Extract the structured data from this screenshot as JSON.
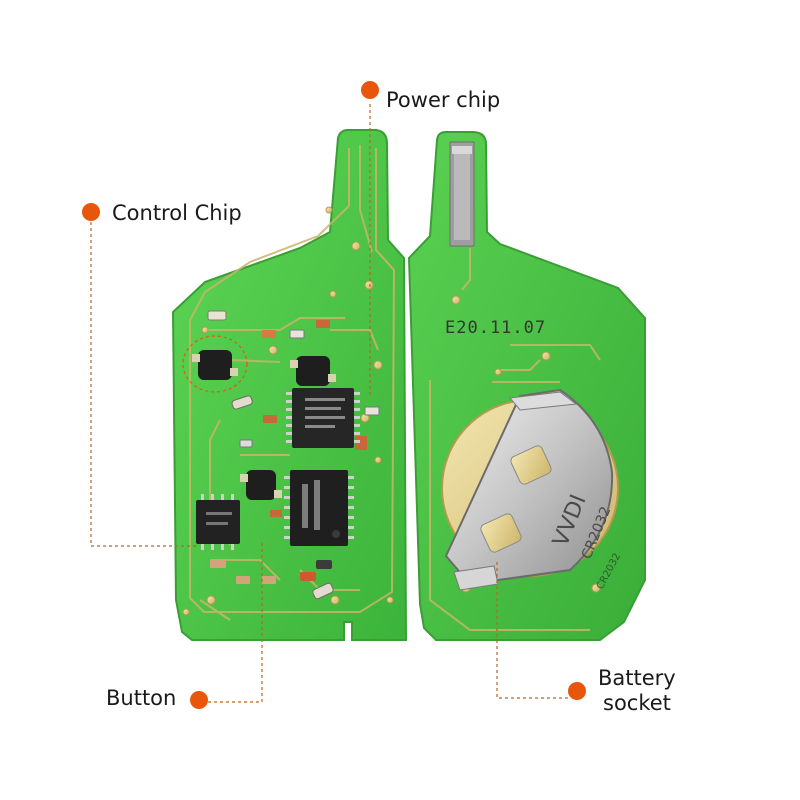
{
  "callouts": {
    "power_chip": "Power chip",
    "control_chip": "Control Chip",
    "button": "Button",
    "battery_socket_line1": "Battery",
    "battery_socket_line2": "socket"
  },
  "board_markings": {
    "date_code": "E20.11.07",
    "battery_brand": "VVDI",
    "battery_model": "CR2032",
    "silk_side": "CR2032"
  },
  "colors": {
    "accent_dot": "#e8560c",
    "pcb_green": "#4fc64a",
    "pcb_trace": "#c9b56a",
    "leader_line": "#c0631c"
  }
}
